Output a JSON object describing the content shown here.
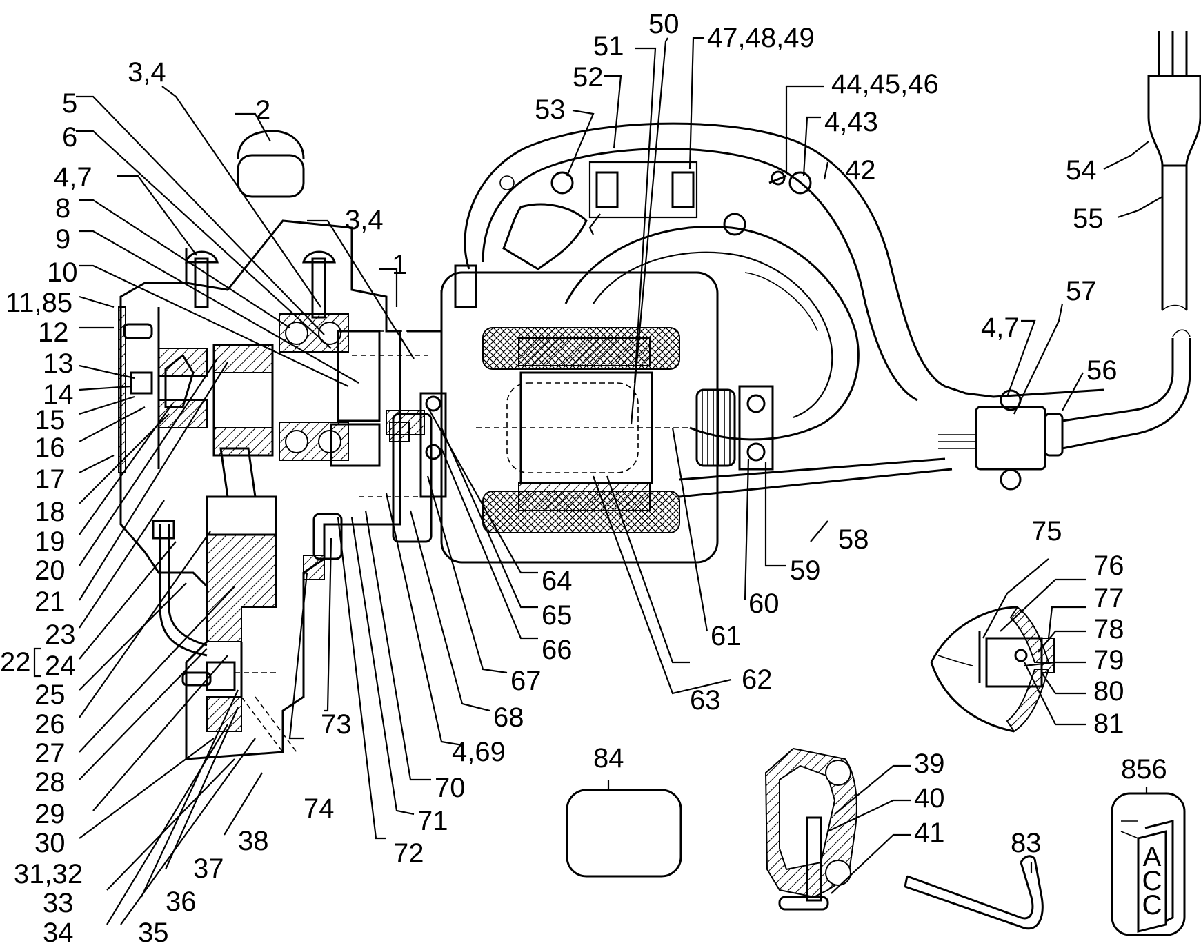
{
  "labels": [
    {
      "id": "l2",
      "text": "2"
    },
    {
      "id": "l34a",
      "text": "3,4"
    },
    {
      "id": "l5",
      "text": "5"
    },
    {
      "id": "l6",
      "text": "6"
    },
    {
      "id": "l47a",
      "text": "4,7"
    },
    {
      "id": "l8",
      "text": "8"
    },
    {
      "id": "l9",
      "text": "9"
    },
    {
      "id": "l10",
      "text": "10"
    },
    {
      "id": "l1185",
      "text": "11,85"
    },
    {
      "id": "l12",
      "text": "12"
    },
    {
      "id": "l13",
      "text": "13"
    },
    {
      "id": "l14",
      "text": "14"
    },
    {
      "id": "l15",
      "text": "15"
    },
    {
      "id": "l16",
      "text": "16"
    },
    {
      "id": "l17",
      "text": "17"
    },
    {
      "id": "l18",
      "text": "18"
    },
    {
      "id": "l19",
      "text": "19"
    },
    {
      "id": "l20",
      "text": "20"
    },
    {
      "id": "l21",
      "text": "21"
    },
    {
      "id": "l22",
      "text": "22"
    },
    {
      "id": "l23",
      "text": "23"
    },
    {
      "id": "l24",
      "text": "24"
    },
    {
      "id": "l25",
      "text": "25"
    },
    {
      "id": "l26",
      "text": "26"
    },
    {
      "id": "l27",
      "text": "27"
    },
    {
      "id": "l28",
      "text": "28"
    },
    {
      "id": "l29",
      "text": "29"
    },
    {
      "id": "l30",
      "text": "30"
    },
    {
      "id": "l3132",
      "text": "31,32"
    },
    {
      "id": "l33",
      "text": "33"
    },
    {
      "id": "l34",
      "text": "34"
    },
    {
      "id": "l35",
      "text": "35"
    },
    {
      "id": "l36",
      "text": "36"
    },
    {
      "id": "l37",
      "text": "37"
    },
    {
      "id": "l38",
      "text": "38"
    },
    {
      "id": "l34b",
      "text": "3,4"
    },
    {
      "id": "l1",
      "text": "1"
    },
    {
      "id": "l50",
      "text": "50"
    },
    {
      "id": "l51",
      "text": "51"
    },
    {
      "id": "l474849",
      "text": "47,48,49"
    },
    {
      "id": "l52",
      "text": "52"
    },
    {
      "id": "l53",
      "text": "53"
    },
    {
      "id": "l444546",
      "text": "44,45,46"
    },
    {
      "id": "l443",
      "text": "4,43"
    },
    {
      "id": "l42",
      "text": "42"
    },
    {
      "id": "l54",
      "text": "54"
    },
    {
      "id": "l55",
      "text": "55"
    },
    {
      "id": "l57",
      "text": "57"
    },
    {
      "id": "l47b",
      "text": "4,7"
    },
    {
      "id": "l56",
      "text": "56"
    },
    {
      "id": "l58",
      "text": "58"
    },
    {
      "id": "l59",
      "text": "59"
    },
    {
      "id": "l60",
      "text": "60"
    },
    {
      "id": "l61",
      "text": "61"
    },
    {
      "id": "l62",
      "text": "62"
    },
    {
      "id": "l63",
      "text": "63"
    },
    {
      "id": "l64",
      "text": "64"
    },
    {
      "id": "l65",
      "text": "65"
    },
    {
      "id": "l66",
      "text": "66"
    },
    {
      "id": "l67",
      "text": "67"
    },
    {
      "id": "l68",
      "text": "68"
    },
    {
      "id": "l469",
      "text": "4,69"
    },
    {
      "id": "l70",
      "text": "70"
    },
    {
      "id": "l71",
      "text": "71"
    },
    {
      "id": "l72",
      "text": "72"
    },
    {
      "id": "l73",
      "text": "73"
    },
    {
      "id": "l74",
      "text": "74"
    },
    {
      "id": "l75",
      "text": "75"
    },
    {
      "id": "l76",
      "text": "76"
    },
    {
      "id": "l77",
      "text": "77"
    },
    {
      "id": "l78",
      "text": "78"
    },
    {
      "id": "l79",
      "text": "79"
    },
    {
      "id": "l80",
      "text": "80"
    },
    {
      "id": "l81",
      "text": "81"
    },
    {
      "id": "l84",
      "text": "84"
    },
    {
      "id": "l39",
      "text": "39"
    },
    {
      "id": "l40",
      "text": "40"
    },
    {
      "id": "l41",
      "text": "41"
    },
    {
      "id": "l83",
      "text": "83"
    },
    {
      "id": "l856",
      "text": "856"
    }
  ],
  "acc_tag": [
    "A",
    "C",
    "C"
  ]
}
